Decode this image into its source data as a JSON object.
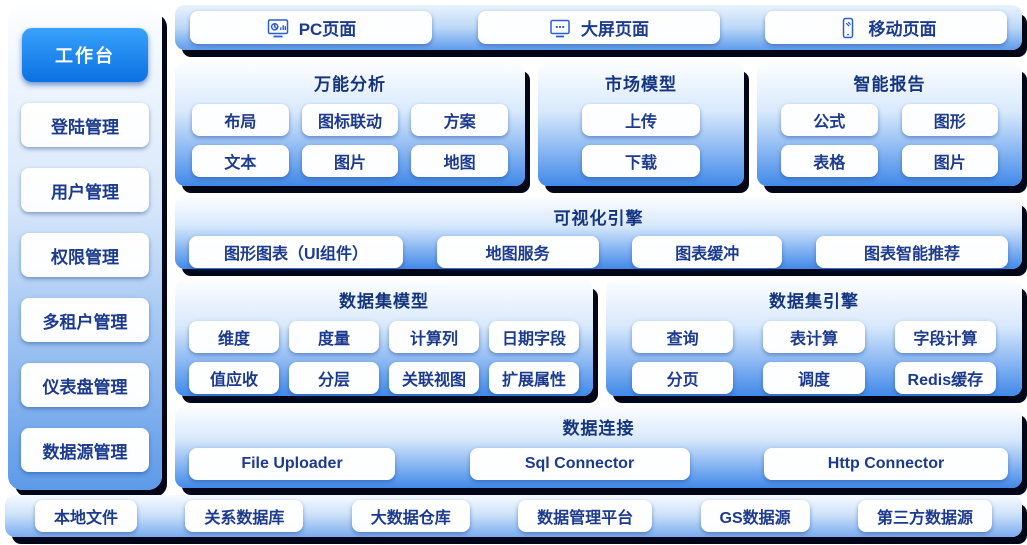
{
  "colors": {
    "accent_text": "#16357f",
    "button_text": "#1c3a8e",
    "active_gradient_top": "#38a2fb",
    "active_gradient_bottom": "#0b70e2",
    "panel_gradient_bottom": "#4189e9",
    "hard_shadow": "#020617"
  },
  "sidebar": {
    "active_item": "工作台",
    "items": [
      "登陆管理",
      "用户管理",
      "权限管理",
      "多租户管理",
      "仪表盘管理",
      "数据源管理"
    ]
  },
  "top_row": {
    "items": [
      {
        "icon": "pc-screen-icon",
        "label": "PC页面"
      },
      {
        "icon": "big-screen-icon",
        "label": "大屏页面"
      },
      {
        "icon": "mobile-phone-icon",
        "label": "移动页面"
      }
    ]
  },
  "sections": {
    "analysis": {
      "title": "万能分析",
      "items": [
        "布局",
        "图标联动",
        "方案",
        "文本",
        "图片",
        "地图"
      ]
    },
    "market": {
      "title": "市场模型",
      "items": [
        "上传",
        "下载"
      ]
    },
    "report": {
      "title": "智能报告",
      "items": [
        "公式",
        "图形",
        "表格",
        "图片"
      ]
    },
    "visual": {
      "title": "可视化引擎",
      "items": [
        "图形图表（UI组件）",
        "地图服务",
        "图表缓冲",
        "图表智能推荐"
      ]
    },
    "dataset_model": {
      "title": "数据集模型",
      "items": [
        "维度",
        "度量",
        "计算列",
        "日期字段",
        "值应收",
        "分层",
        "关联视图",
        "扩展属性"
      ]
    },
    "dataset_engine": {
      "title": "数据集引擎",
      "items": [
        "查询",
        "表计算",
        "字段计算",
        "分页",
        "调度",
        "Redis缓存"
      ]
    },
    "data_connect": {
      "title": "数据连接",
      "items": [
        "File Uploader",
        "Sql Connector",
        "Http Connector"
      ]
    }
  },
  "bottom_row": {
    "items": [
      "本地文件",
      "关系数据库",
      "大数据仓库",
      "数据管理平台",
      "GS数据源",
      "第三方数据源"
    ]
  }
}
